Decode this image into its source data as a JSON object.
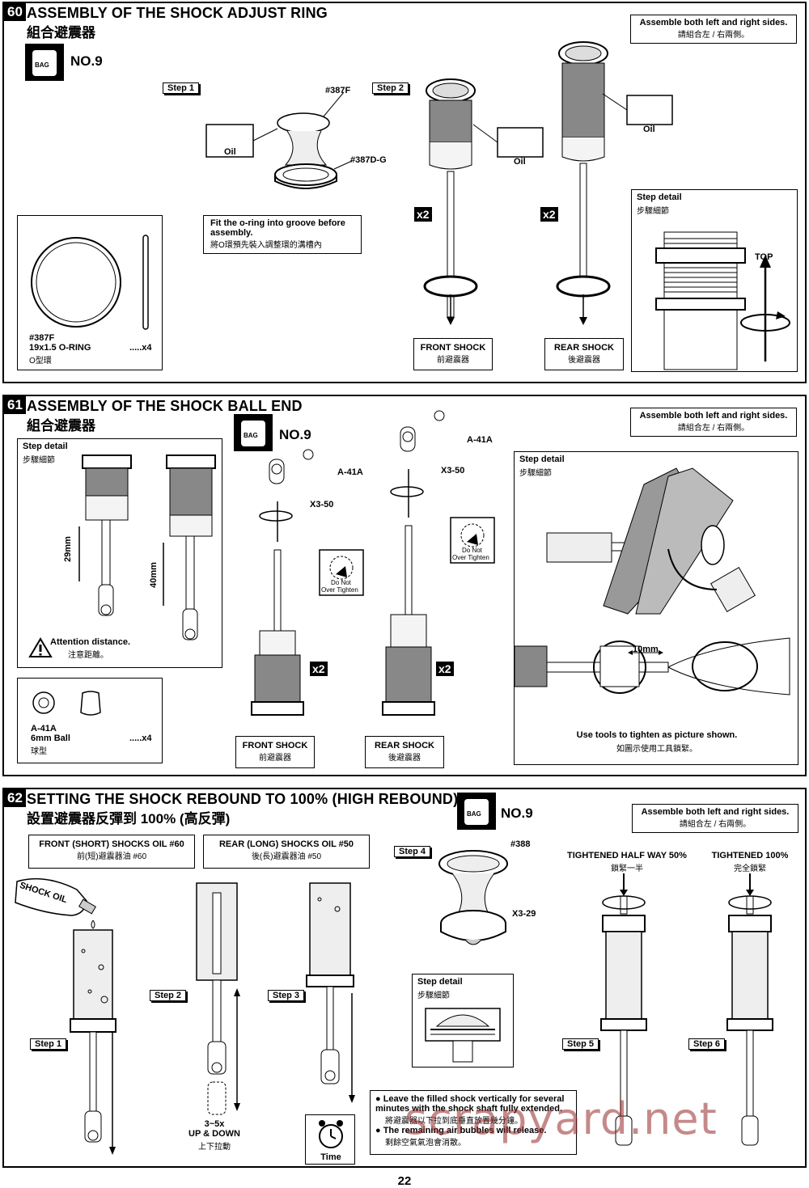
{
  "sections": [
    {
      "number": "60",
      "title": "ASSEMBLY OF THE SHOCK ADJUST RING",
      "subtitle": "組合避震器",
      "bag": {
        "icon_text": "BAG",
        "label": "NO.9"
      },
      "note": {
        "en": "Assemble both left and right sides.",
        "zh": "請組合左 / 右兩側。"
      },
      "steps": [
        "Step 1",
        "Step 2"
      ],
      "parts": {
        "oring": "#387F",
        "ring": "#387D-G"
      },
      "oil": "Oil",
      "instruction": {
        "en": "Fit the o-ring into groove before assembly.",
        "zh": "將O環預先裝入調整環的溝槽內"
      },
      "part_list": {
        "code": "#387F",
        "name": "19x1.5 O-RING",
        "qty": ".....x4",
        "zh": "O型環"
      },
      "multipliers": [
        "x2",
        "x2"
      ],
      "front": {
        "en": "FRONT SHOCK",
        "zh": "前避震器"
      },
      "rear": {
        "en": "REAR SHOCK",
        "zh": "後避震器"
      },
      "detail": {
        "en": "Step detail",
        "zh": "步驟細節",
        "top": "TOP"
      }
    },
    {
      "number": "61",
      "title": "ASSEMBLY OF THE SHOCK BALL END",
      "subtitle": "組合避震器",
      "bag": {
        "icon_text": "BAG",
        "label": "NO.9"
      },
      "note": {
        "en": "Assemble both left and right sides.",
        "zh": "請組合左 / 右兩側。"
      },
      "detail": {
        "en": "Step detail",
        "zh": "步驟細節"
      },
      "distances": [
        "29mm",
        "40mm"
      ],
      "attention": {
        "en": "Attention distance.",
        "zh": "注意距離。"
      },
      "part_list": {
        "code": "A-41A",
        "name": "6mm Ball",
        "qty": ".....x4",
        "zh": "球型"
      },
      "labels": {
        "ball": "A-41A",
        "screw": "X3-50",
        "warn1": "Do Not",
        "warn2": "Over Tighten"
      },
      "multipliers": [
        "x2",
        "x2"
      ],
      "front": {
        "en": "FRONT SHOCK",
        "zh": "前避震器"
      },
      "rear": {
        "en": "REAR SHOCK",
        "zh": "後避震器"
      },
      "detail2": {
        "en": "Step detail",
        "zh": "步驟細節",
        "dist": "10mm",
        "tool_en": "Use tools to tighten as picture shown.",
        "tool_zh": "如圖示使用工具鎖緊。"
      }
    },
    {
      "number": "62",
      "title": "SETTING THE SHOCK REBOUND TO 100% (HIGH REBOUND)",
      "subtitle": "設置避震器反彈到 100% (高反彈)",
      "bag": {
        "icon_text": "BAG",
        "label": "NO.9"
      },
      "note": {
        "en": "Assemble both left and right sides.",
        "zh": "請組合左 / 右兩側。"
      },
      "oil_front": {
        "en": "FRONT (SHORT) SHOCKS OIL #60",
        "zh": "前(短)避震器油 #60"
      },
      "oil_rear": {
        "en": "REAR (LONG) SHOCKS OIL #50",
        "zh": "後(長)避震器油 #50"
      },
      "bottle": "SHOCK OIL",
      "steps": [
        "Step 1",
        "Step 2",
        "Step 3",
        "Step 4",
        "Step 5",
        "Step 6"
      ],
      "updown": {
        "count": "3~5x",
        "en": "UP & DOWN",
        "zh": "上下拉動"
      },
      "time": "Time",
      "parts": {
        "cap": "#388",
        "screw": "X3-29"
      },
      "detail": {
        "en": "Step detail",
        "zh": "步驟細節"
      },
      "half": {
        "en": "TIGHTENED HALF WAY 50%",
        "zh": "鎖緊一半"
      },
      "full": {
        "en": "TIGHTENED 100%",
        "zh": "完全鎖緊"
      },
      "notes": [
        {
          "en": "Leave the filled shock vertically for several minutes with the shock shaft fully extended.",
          "zh": "將避震器以下拉到底垂直放置幾分鐘。"
        },
        {
          "en": "The remaining air bubbles will release.",
          "zh": "剩餘空氣氣泡會消散。"
        }
      ]
    }
  ],
  "page_number": "22",
  "watermark": "scrapyard.net"
}
